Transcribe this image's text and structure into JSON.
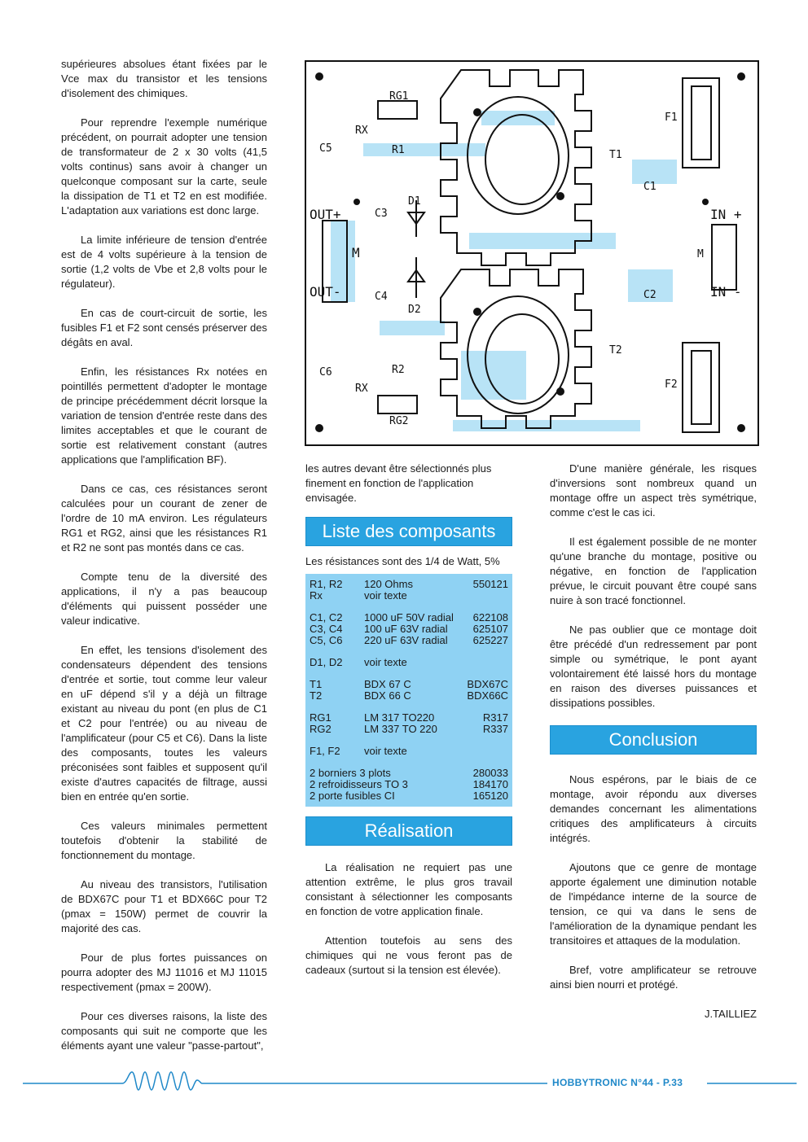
{
  "col1": {
    "paragraphs": [
      "supérieures absolues étant fixées par le Vce max du transistor et les tensions d'isolement des chimiques.",
      "Pour reprendre l'exemple numérique précédent, on pourrait adopter une tension de transformateur de 2 x 30 volts (41,5 volts continus) sans avoir à changer un quelconque composant sur la carte, seule la dissipation de T1 et T2 en est modifiée. L'adaptation aux variations est donc large.",
      "La limite inférieure de tension d'entrée est de 4 volts supérieure à la tension de sortie (1,2 volts de Vbe et 2,8 volts pour le régulateur).",
      "En cas de court-circuit de sortie, les fusibles F1 et F2 sont censés préserver des dégâts en aval.",
      "Enfin, les résistances Rx notées en pointillés permettent d'adopter le montage de principe précédemment décrit lorsque la variation de tension d'entrée reste dans des limites acceptables et que le courant de sortie est relativement constant (autres applications que l'amplification BF).",
      "Dans ce cas, ces résistances seront calculées pour un courant de zener de l'ordre de 10 mA environ. Les régulateurs RG1 et RG2, ainsi que les résistances R1 et R2 ne sont pas montés dans ce cas.",
      "Compte tenu de la diversité des applications, il n'y a pas beaucoup d'éléments qui puissent posséder une valeur indicative.",
      "En effet, les tensions d'isolement des condensateurs dépendent des tensions d'entrée et sortie, tout comme leur valeur en uF dépend s'il y a déjà un filtrage existant au niveau du pont (en plus de C1 et C2 pour l'entrée) ou au niveau de l'amplificateur (pour C5 et C6). Dans la liste des composants, toutes les valeurs préconisées sont faibles et supposent qu'il existe d'autres capacités de filtrage, aussi bien en entrée qu'en sortie.",
      "Ces valeurs minimales permettent toutefois d'obtenir la stabilité de fonctionnement du montage.",
      "Au niveau des transistors, l'utilisation de BDX67C pour T1 et BDX66C pour T2 (pmax = 150W) permet de couvrir la majorité des cas.",
      "Pour de plus fortes puissances on pourra adopter des MJ 11016 et MJ 11015 respectivement (pmax = 200W).",
      "Pour ces diverses raisons, la liste des composants qui suit ne comporte que les éléments ayant une valeur \"passe-partout\","
    ]
  },
  "col2": {
    "p_first": "les autres devant être sélectionnés plus finement en fonction de l'application envisagée.",
    "list_title": "Liste des composants",
    "list_intro": "Les résistances sont des 1/4 de Watt, 5%",
    "rows": [
      [
        "R1, R2",
        "120 Ohms",
        "550121"
      ],
      [
        "Rx",
        "voir texte",
        ""
      ],
      [
        "C1, C2",
        "1000 uF 50V radial",
        "622108"
      ],
      [
        "C3, C4",
        "100 uF 63V radial",
        "625107"
      ],
      [
        "C5, C6",
        "220 uF 63V radial",
        "625227"
      ],
      [
        "D1, D2",
        "voir texte",
        ""
      ],
      [
        "T1",
        "BDX 67 C",
        "BDX67C"
      ],
      [
        "T2",
        "BDX 66 C",
        "BDX66C"
      ],
      [
        "RG1",
        "LM 317 TO220",
        "R317"
      ],
      [
        "RG2",
        "LM 337 TO 220",
        "R337"
      ],
      [
        "F1, F2",
        "voir texte",
        ""
      ],
      [
        "2 borniers 3 plots",
        "",
        "280033"
      ],
      [
        "2 refroidisseurs TO 3",
        "",
        "184170"
      ],
      [
        "2 porte fusibles CI",
        "",
        "165120"
      ]
    ],
    "real_title": "Réalisation",
    "p_real1": "La réalisation ne requiert pas une attention extrême, le plus gros travail consistant à sélectionner les composants en fonction de votre application finale.",
    "p_real2": "Attention toutefois au sens des chimiques qui ne vous feront pas de cadeaux (surtout si la tension est élevée)."
  },
  "col3": {
    "p1": "D'une manière générale, les risques d'inversions sont nombreux quand un montage offre un aspect très symétrique, comme c'est le cas ici.",
    "p2": "Il est également possible de ne monter qu'une branche du montage, positive ou négative, en fonction de l'application prévue, le circuit pouvant être coupé sans nuire à son tracé fonctionnel.",
    "p3": "Ne pas oublier que ce montage doit être précédé d'un redressement par pont simple ou symétrique, le pont ayant volontairement été laissé hors du montage en raison des diverses puissances et dissipations possibles.",
    "concl_title": "Conclusion",
    "p4": "Nous espérons, par le biais de ce montage, avoir répondu aux diverses demandes concernant les alimentations critiques des amplificateurs à circuits intégrés.",
    "p5": "Ajoutons que ce genre de montage apporte également une diminution notable de l'impédance interne de la source de tension, ce qui va dans le sens de l'amélioration de la dynamique pendant les transitoires et attaques de la modulation.",
    "p6": "Bref, votre amplificateur se retrouve ainsi bien nourri et protégé.",
    "signature": "J.TAILLIEZ"
  },
  "pcb": {
    "labels": {
      "rg1": "RG1",
      "rg2": "RG2",
      "r1": "R1",
      "r2": "R2",
      "rx": "RX",
      "rx2": "RX",
      "c1": "C1",
      "c2": "C2",
      "c3": "C3",
      "c4": "C4",
      "c5": "C5",
      "c6": "C6",
      "d1": "D1",
      "d2": "D2",
      "t1": "T1",
      "t2": "T2",
      "f1": "F1",
      "f2": "F2",
      "out_plus": "OUT+",
      "out_minus": "OUT-",
      "m_left": "M",
      "m_right": "M",
      "in_plus": "IN +",
      "in_minus": "IN -"
    }
  },
  "footer": {
    "text": "HOBBYTRONIC N°44 - P.33"
  },
  "colors": {
    "accent": "#29a3e0",
    "list_bg": "#8fd2f3",
    "footer": "#1f88c8"
  }
}
